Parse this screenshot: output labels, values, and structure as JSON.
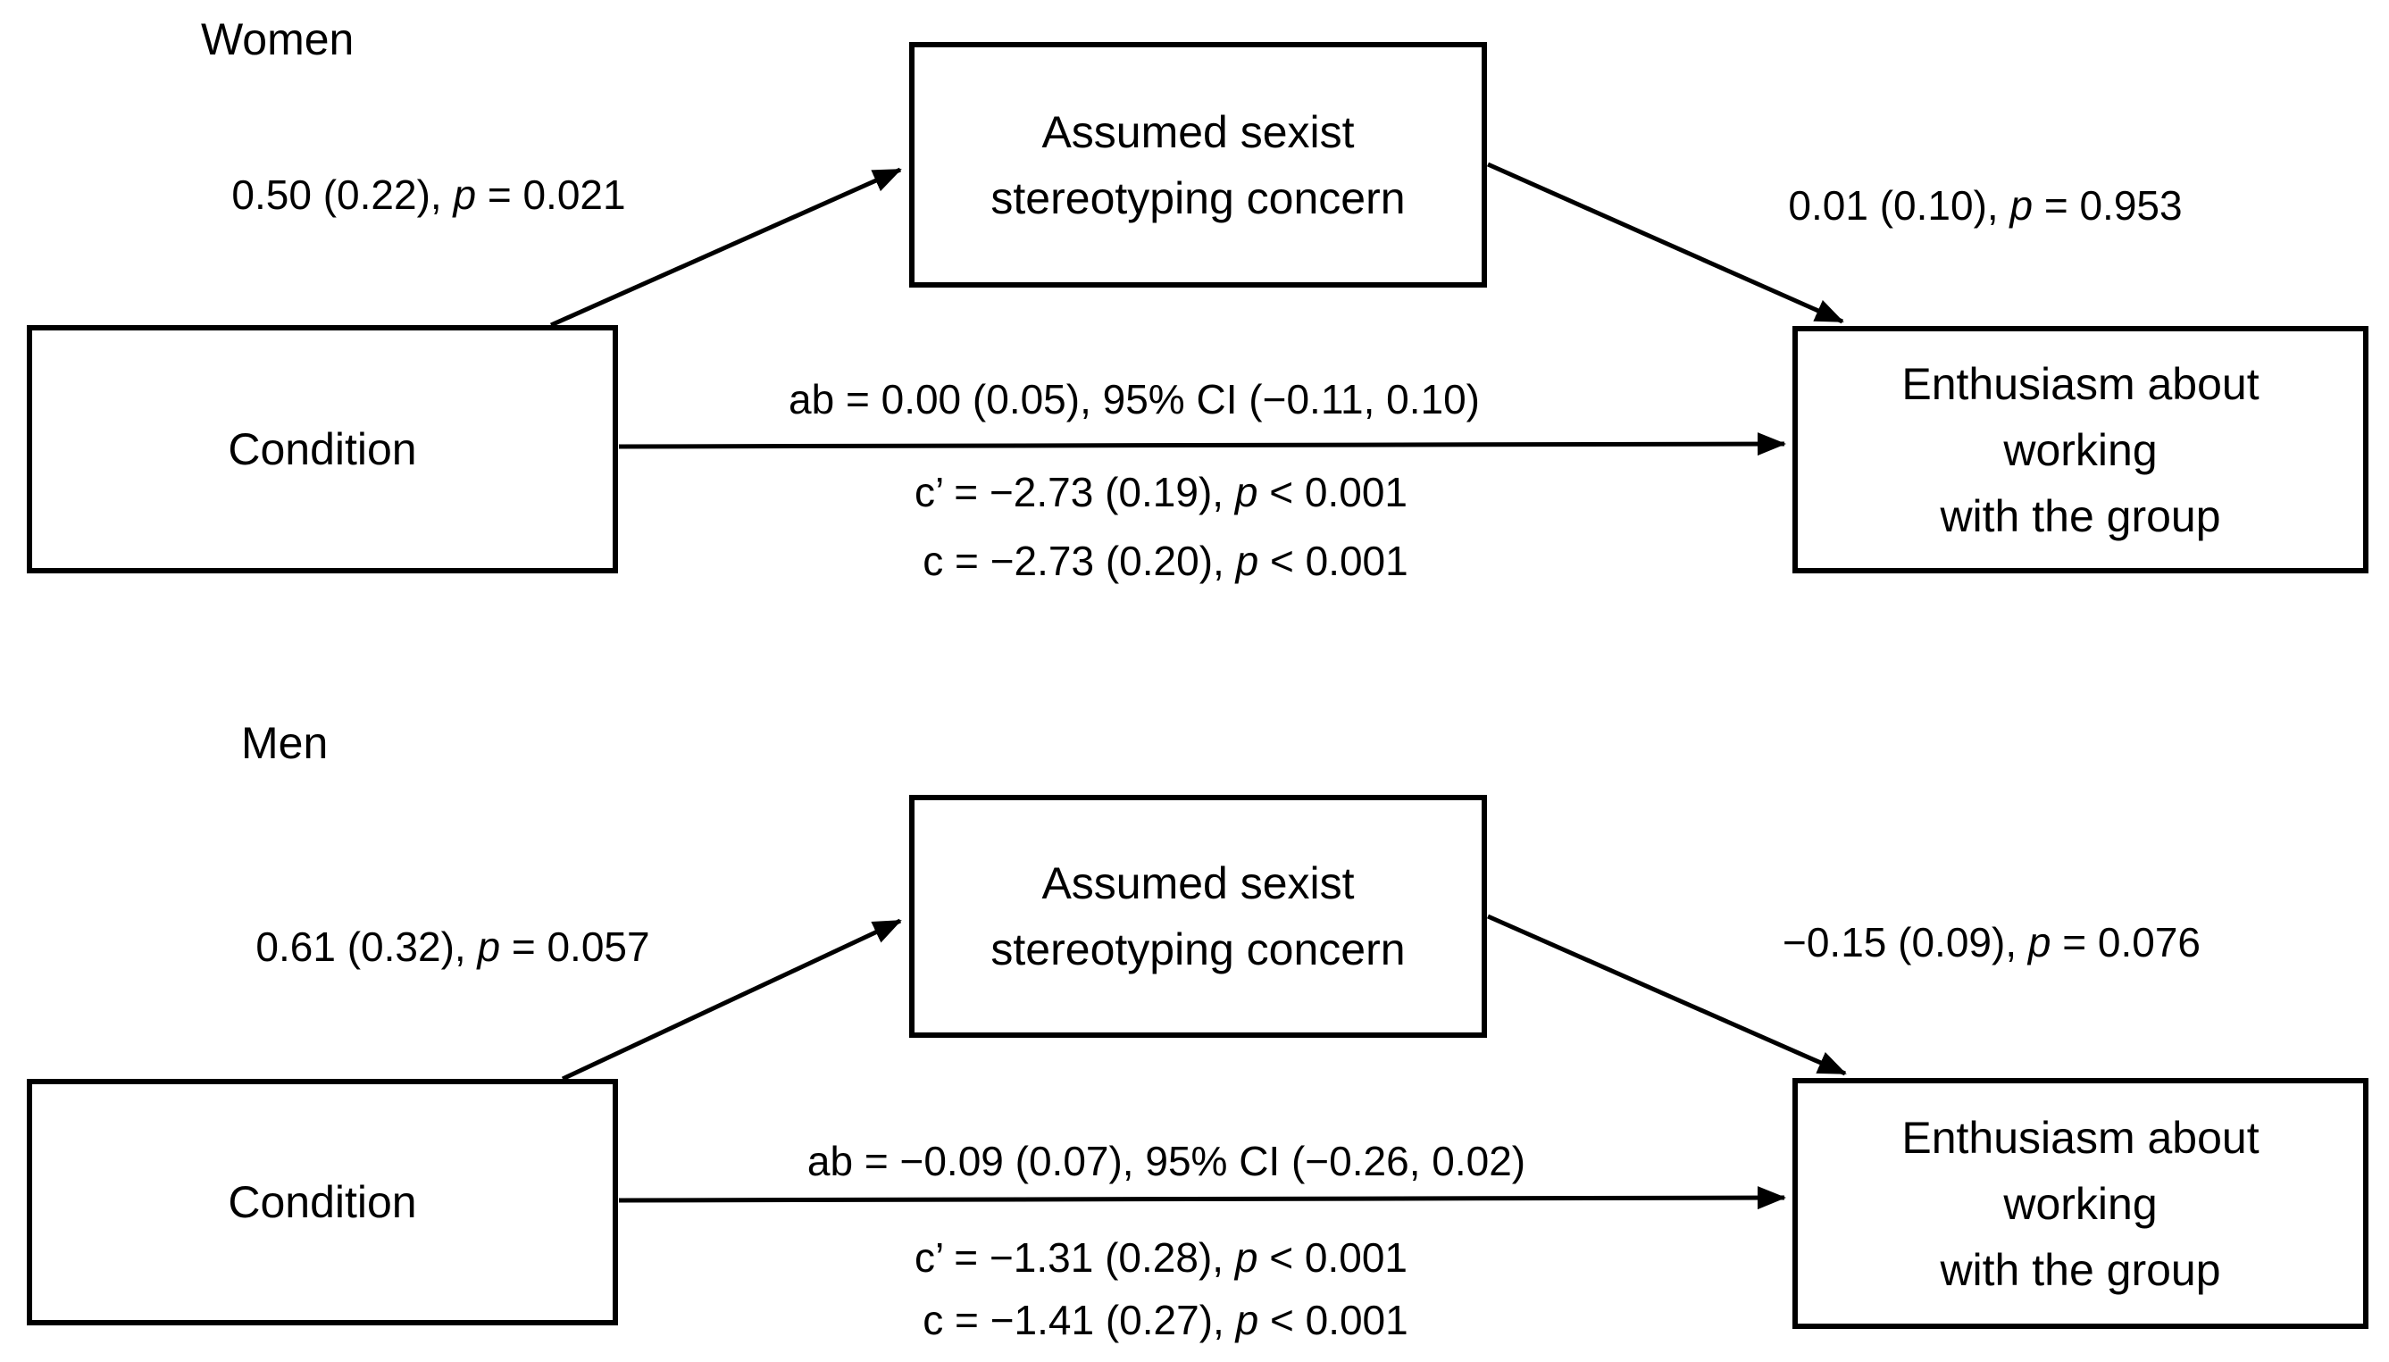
{
  "figure": {
    "background_color": "#ffffff",
    "line_color": "#000000",
    "text_color": "#000000",
    "panels": [
      {
        "group_label": "Women",
        "boxes": {
          "predictor": {
            "label": "Condition"
          },
          "mediator": {
            "line1": "Assumed sexist",
            "line2": "stereotyping concern"
          },
          "outcome": {
            "line1": "Enthusiasm about",
            "line2": "working",
            "line3": "with the group"
          }
        },
        "paths": {
          "a": {
            "pre": "0.50 (0.22), ",
            "p": "p",
            "post": " = 0.021"
          },
          "b": {
            "pre": "0.01 (0.10), ",
            "p": "p",
            "post": " = 0.953"
          },
          "ab": {
            "pre": "ab = 0.00 (0.05), 95% CI (−0.11, 0.10)"
          },
          "c_prime": {
            "pre": "c’ = −2.73 (0.19), ",
            "p": "p",
            "post": " < 0.001"
          },
          "c": {
            "pre": "c = −2.73 (0.20), ",
            "p": "p",
            "post": " < 0.001"
          }
        }
      },
      {
        "group_label": "Men",
        "boxes": {
          "predictor": {
            "label": "Condition"
          },
          "mediator": {
            "line1": "Assumed sexist",
            "line2": "stereotyping concern"
          },
          "outcome": {
            "line1": "Enthusiasm about",
            "line2": "working",
            "line3": "with the group"
          }
        },
        "paths": {
          "a": {
            "pre": "0.61 (0.32), ",
            "p": "p",
            "post": " = 0.057"
          },
          "b": {
            "pre": "−0.15 (0.09), ",
            "p": "p",
            "post": " = 0.076"
          },
          "ab": {
            "pre": "ab = −0.09 (0.07), 95% CI (−0.26, 0.02)"
          },
          "c_prime": {
            "pre": "c’ = −1.31 (0.28), ",
            "p": "p",
            "post": " < 0.001"
          },
          "c": {
            "pre": "c = −1.41 (0.27), ",
            "p": "p",
            "post": " < 0.001"
          }
        }
      }
    ]
  }
}
